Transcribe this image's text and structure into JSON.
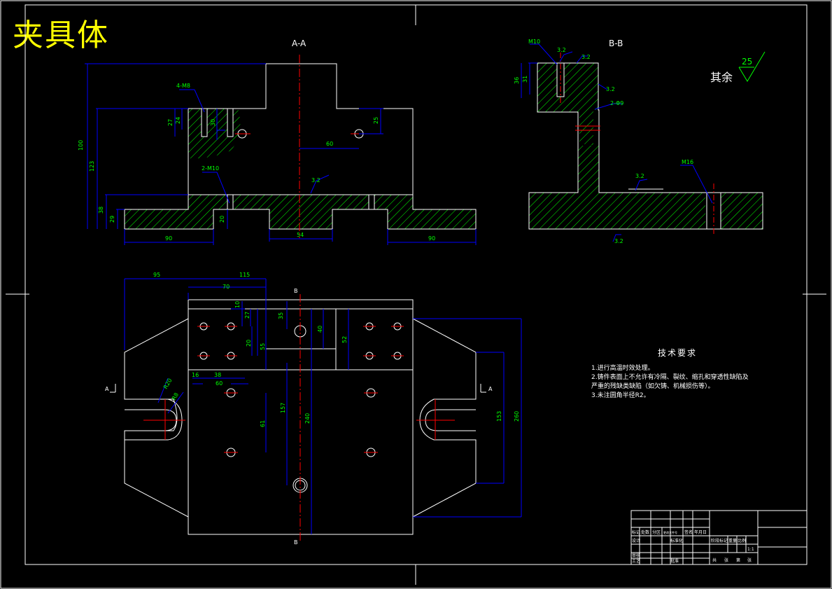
{
  "title": "夹具体",
  "views": {
    "section_aa": "A-A",
    "section_bb": "B-B"
  },
  "roughness_note": {
    "label": "其余",
    "value": "25"
  },
  "tech_requirements": {
    "heading": "技术要求",
    "items": [
      "1.进行高温时效处理。",
      "2.铸件表面上不允许有冷隔、裂纹、缩孔和穿透性缺陷及",
      "严重的残缺类缺陷（如欠铸、机械损伤等）。",
      "3.未注圆角半径R2。"
    ]
  },
  "section_marks": {
    "a": "A",
    "b": "B"
  },
  "dims_aa": [
    "100",
    "123",
    "38",
    "29",
    "20",
    "90",
    "54",
    "90",
    "60",
    "25",
    "4-M8",
    "2-M10",
    "3.2",
    "27",
    "24",
    "30"
  ],
  "dims_bb": [
    "M10",
    "3.2",
    "3.2",
    "3.2",
    "31",
    "36",
    "2-Φ9",
    "3.2",
    "M16",
    "3.2"
  ],
  "dims_plan": [
    "95",
    "115",
    "70",
    "10",
    "27",
    "20",
    "55",
    "16",
    "38",
    "60",
    "35",
    "40",
    "52",
    "61",
    "157",
    "240",
    "153",
    "260",
    "R8",
    "R20"
  ],
  "title_block": {
    "row1": [
      "标记",
      "处数",
      "分区",
      "更改文件号",
      "签名",
      "年月日"
    ],
    "row2": [
      "设计",
      "",
      "",
      "标准化"
    ],
    "row3": [
      "阶段标记",
      "重量",
      "比例"
    ],
    "scale": "1:1",
    "row4": [
      "审核"
    ],
    "row5": [
      "工艺",
      "",
      "批准"
    ],
    "row6": [
      "共",
      "张",
      "第",
      "张"
    ]
  }
}
